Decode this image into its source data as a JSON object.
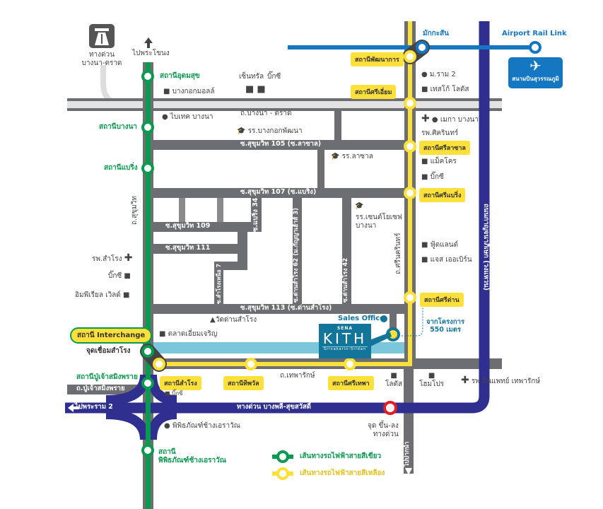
{
  "highway_icon": {
    "label_line1": "ทางด่วน",
    "label_line2": "บางนา-ตราด"
  },
  "directions": {
    "north": "ไปพระโขนง",
    "west": "ไปพระราม 2",
    "south": "ไปปากน้ำ"
  },
  "airport": {
    "line_label": "Airport Rail Link",
    "station_label": "สนามบินสุวรรณภูมิ",
    "makkasan": "มักกะสัน"
  },
  "green_stations": [
    "สถานีอุดมสุข",
    "สถานีบางนา",
    "สถานีแบริ่ง",
    "จุดเชื่อมสำโรง",
    "สถานีปู่เจ้าสมิงพราย",
    "สถานี",
    "พิพิธภัณฑ์ช้างเอราวัณ"
  ],
  "yellow_stations": [
    "สถานีพัฒนาการ",
    "สถานีศรีเอี่ยม",
    "สถานีศรีลาซาล",
    "สถานีศรีแบริ่ง",
    "สถานีศรีด่าน",
    "สถานีสำโรง",
    "สถานีทิพวัล",
    "สถานีศรีเทพา"
  ],
  "interchange_label": "สถานี Interchange",
  "roads": {
    "bangna_trat": "ถ.บางนา - ตราด",
    "soi105": "ซ.สุขุมวิท 105 (ซ.ลาซาล)",
    "soi107": "ซ.สุขุมวิท 107 (ซ.แบริ่ง)",
    "soi109": "ซ.สุขุมวิท 109",
    "soi111": "ซ.สุขุมวิท 111",
    "soi113": "ซ.สุขุมวิท 113 (ซ.ด่านสำโรง)",
    "bearing34": "ซ.แบริ่ง 34",
    "samrong_nuea7": "ซ.สำโรงเหนือ 7",
    "dansamrong62": "ซ.ด่านสำโรง 62 (ม.กัญญาเฮ้าส์ 3)",
    "dansamrong42": "ซ.ด่านสำโรง 42",
    "sukhumvit": "ถ.สุขุมวิท",
    "srinakarin": "ถ.ศรีนครินทร์",
    "thepharak": "ถ.เทพารักษ์",
    "pu_chao": "ถ.ปู่เจ้าสมิงพราย",
    "expressway": "ทางด่วน บางพลี-สุขสวัสดิ์",
    "kanchanaphisek": "ถนนกาญจนาภิเษก (วงแหวน)"
  },
  "places": {
    "bangkok_mall": "บางกอกมอลล์",
    "central": "เซ็นทรัล",
    "bigc1": "บิ๊กซี",
    "bitec": "ไบเทค บางนา",
    "bkk_pattana": "รร.บางกอกพัฒนา",
    "m_ram2": "ม.ราม 2",
    "tesco": "เทสโก้ โลตัส",
    "mega": "เมกา บางนา",
    "sikarin": "รพ.ศิครินทร์",
    "lasalle_school": "รร.ลาซาล",
    "makro": "แม็คโคร",
    "bigc2": "บิ๊กซี",
    "st_joseph": "รร.เซนต์โยเซฟ",
    "st_joseph2": "บางนา",
    "foodland": "ฟู้ดแลนด์",
    "jas": "แจส เออเบิร์น",
    "samrong_hosp": "รพ.สำโรง",
    "bigc3": "บิ๊กซี",
    "imperial": "อิมพีเรียล เวิลด์",
    "wat": "วัดด่านสำโรง",
    "market": "ตลาดเอี่ยมเจริญ",
    "bigc4": "บิ๊กซี",
    "museum": "พิพิธภัณฑ์ช้างเอราวัณ",
    "lotus": "โลตัส",
    "homepro": "โฮมโปร",
    "samitivej": "รพ.สินแพทย์ เทพารักษ์",
    "ramp1": "จุด ขึ้น-ลง",
    "ramp2": "ทางด่วน"
  },
  "project": {
    "sales_office": "Sales Office",
    "brand": "SENA",
    "name": "KITH",
    "subtitle": "Srinakarin-Sridan",
    "distance1": "จากโครงการ",
    "distance2": "550 เมตร"
  },
  "legend": {
    "green": "เส้นทางรถไฟฟ้าสายสีเขียว",
    "yellow": "เส้นทางรถไฟฟ้าสายสีเหลือง"
  },
  "colors": {
    "green": "#0a9a4f",
    "yellow": "#fde03a",
    "navy": "#2e2f8f",
    "arl": "#1577c2",
    "road": "#6d6e71",
    "canal": "#7cc6dc",
    "project": "#14759b"
  }
}
